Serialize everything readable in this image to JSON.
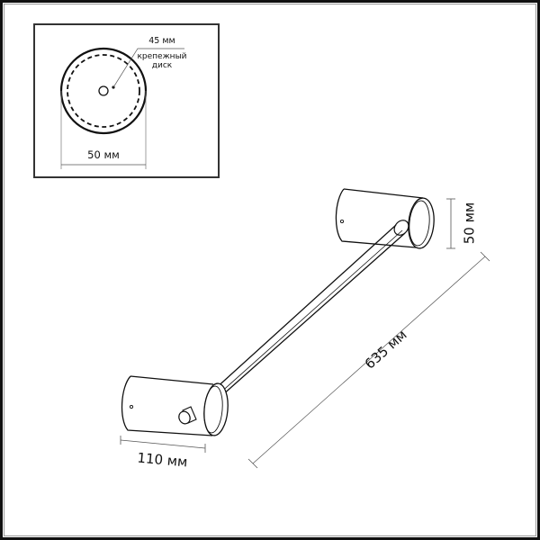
{
  "inset": {
    "outer_diameter_label": "50 мм",
    "disc_diameter_label": "45 мм",
    "disc_name_line1": "крепежный",
    "disc_name_line2": "диск"
  },
  "dimensions": {
    "height_label": "50 мм",
    "length_label": "635 мм",
    "base_length_label": "110 мм"
  },
  "colors": {
    "line": "#111111",
    "dim_line": "#555555",
    "frame": "#111111"
  }
}
